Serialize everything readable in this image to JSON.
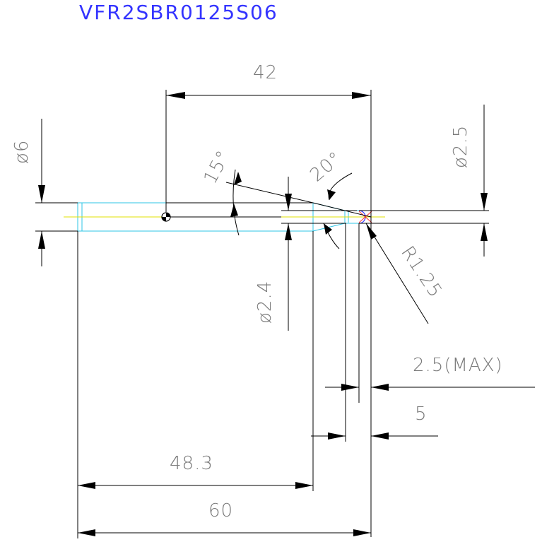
{
  "title": "VFR2SBR0125S06",
  "dimensions": {
    "overall_length": "60",
    "shank_to_neck": "48.3",
    "gauge_length": "42",
    "neck_length": "5",
    "flute_length": "2.5(MAX)",
    "shank_diameter": "ø6",
    "tip_diameter": "ø2.5",
    "neck_diameter": "ø2.4",
    "ball_radius": "R1.25",
    "taper_angle": "15°",
    "tip_angle": "20°"
  },
  "colors": {
    "title": "#3434ff",
    "dimension_text": "#7a7a7a",
    "outline": "#2ec4e6",
    "centerline": "#e0e000",
    "ball": "#3434ff"
  }
}
